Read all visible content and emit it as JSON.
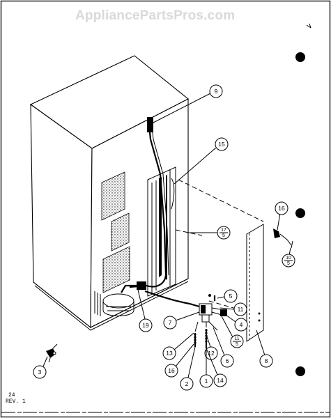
{
  "watermark": "AppliancePartsPros.com",
  "footer": {
    "page": "24",
    "revision": "REV. 1"
  },
  "callouts": [
    {
      "id": "c9",
      "text": "9"
    },
    {
      "id": "c15",
      "text": "15"
    },
    {
      "id": "c16a",
      "text": "16"
    },
    {
      "id": "c17",
      "text": "17",
      "sub": "5"
    },
    {
      "id": "c10",
      "text": "10",
      "sub": "5"
    },
    {
      "id": "c5",
      "text": "5"
    },
    {
      "id": "c11a",
      "text": "11"
    },
    {
      "id": "c11b",
      "text": "11",
      "sub": "5"
    },
    {
      "id": "c4",
      "text": "4"
    },
    {
      "id": "c7",
      "text": "7"
    },
    {
      "id": "c19",
      "text": "19"
    },
    {
      "id": "c8",
      "text": "8"
    },
    {
      "id": "c6",
      "text": "6"
    },
    {
      "id": "c13",
      "text": "13"
    },
    {
      "id": "c16b",
      "text": "16"
    },
    {
      "id": "c12",
      "text": "12"
    },
    {
      "id": "c14",
      "text": "14"
    },
    {
      "id": "c2",
      "text": "2"
    },
    {
      "id": "c1",
      "text": "1"
    },
    {
      "id": "c3",
      "text": "3"
    }
  ]
}
